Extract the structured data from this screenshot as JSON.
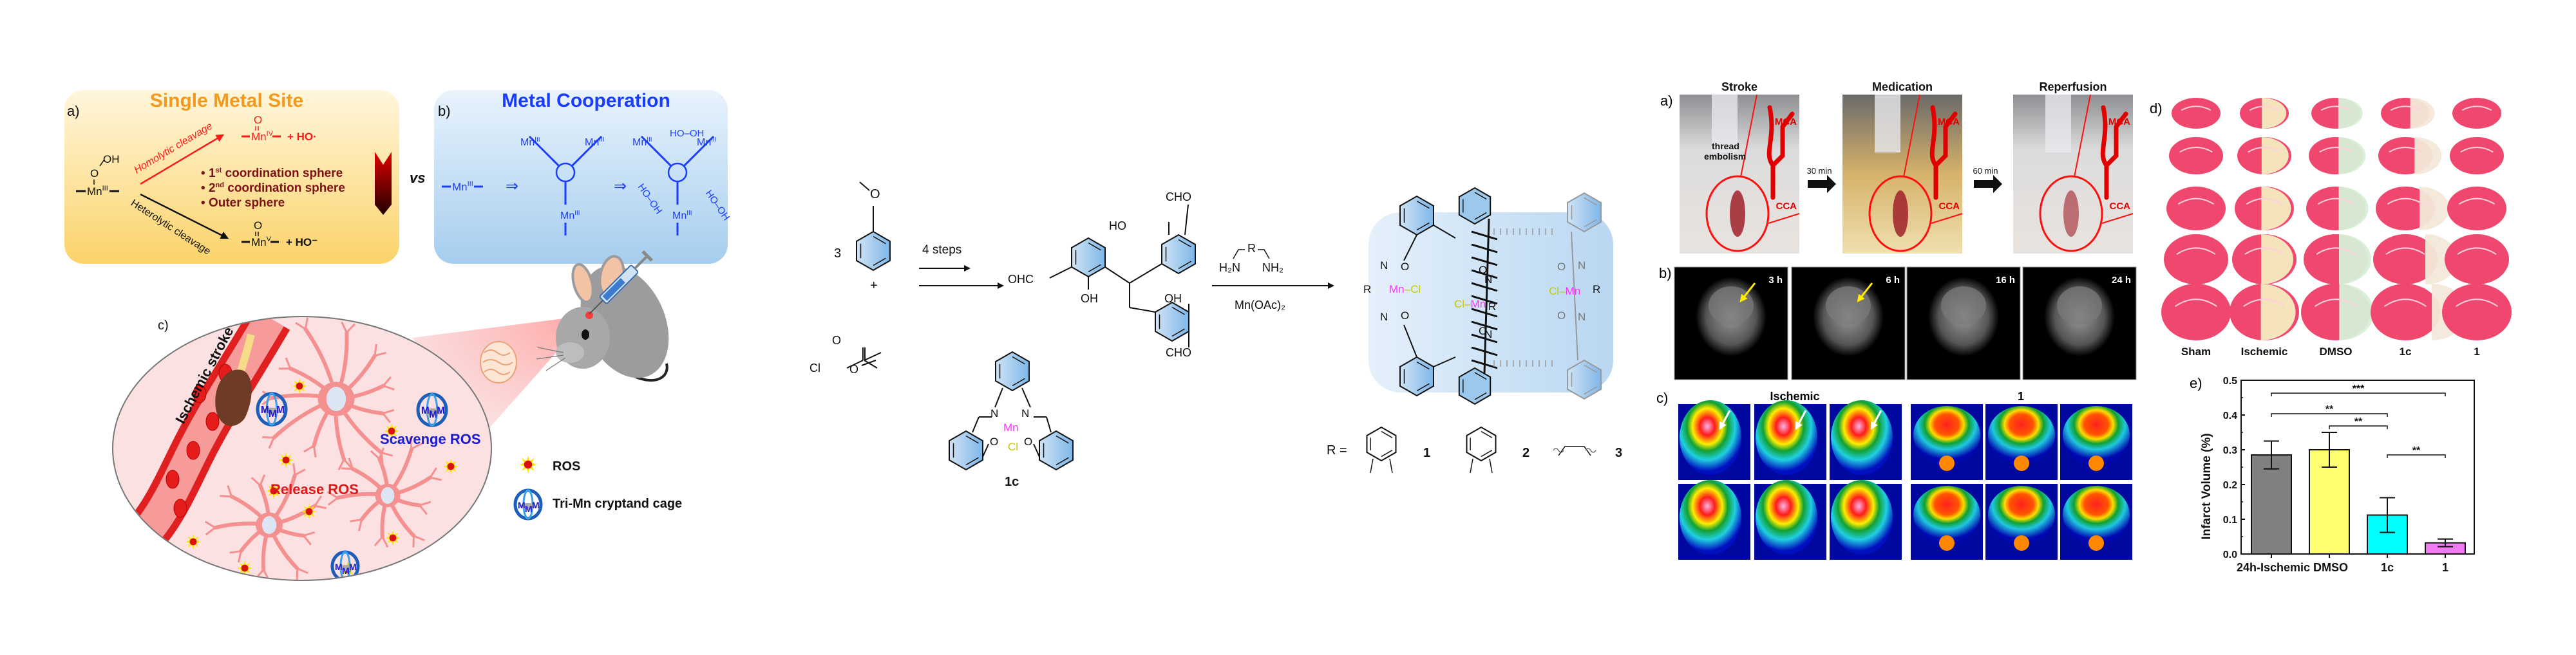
{
  "left": {
    "a": {
      "label": "a)",
      "title": "Single Metal Site",
      "reactant": {
        "oh": "OH",
        "o": "O",
        "mn": "Mn",
        "ox": "III"
      },
      "homolytic": "Homolytic cleavage",
      "heterolytic": "Heterolytic cleavage",
      "product_homo": {
        "o": "O",
        "mn": "Mn",
        "ox": "IV",
        "rest": "+ HO·"
      },
      "product_hetero": {
        "o": "O",
        "mn": "Mn",
        "ox": "V",
        "rest": "+ HO⁻"
      },
      "bullets": [
        {
          "num": "1",
          "sup": "st",
          "text": " coordination sphere"
        },
        {
          "num": "2",
          "sup": "nd",
          "text": " coordination sphere"
        },
        {
          "num": "",
          "sup": "",
          "text": "Outer sphere"
        }
      ],
      "title_color": "#f39a1e",
      "bullet_color": "#7a1414"
    },
    "vs": "vs",
    "b": {
      "label": "b)",
      "title": "Metal Cooperation",
      "mn": "Mn",
      "ox": "III",
      "implies": "⇒",
      "hooh": "HO–OH",
      "color": "#1a3cff"
    },
    "c": {
      "label": "c)",
      "ischemic_stroke": "Ischemic stroke",
      "scavenge": "Scavenge ROS",
      "release": "Release ROS",
      "cage_letter": "M",
      "legend": [
        {
          "icon": "ros-star-icon",
          "label": "ROS"
        },
        {
          "icon": "tri-mn-cage-icon",
          "label": "Tri-Mn cryptand cage"
        }
      ]
    }
  },
  "synthesis": {
    "coefficient": "3",
    "plus": "+",
    "anisole_o": "O",
    "chloroformate": {
      "cl": "Cl",
      "o1": "O",
      "o2": "O"
    },
    "step1": "4 steps",
    "intermediate": {
      "ohc": "OHC",
      "oh1": "OH",
      "ho": "HO",
      "cho_top": "CHO",
      "oh2": "OH",
      "cho_bottom": "CHO"
    },
    "diamine": {
      "r": "R",
      "h2n": "H₂N",
      "nh2": "NH₂"
    },
    "reagent": "Mn(OAc)₂",
    "cage": {
      "mn": "Mn",
      "cl": "Cl",
      "n": "N",
      "o": "O",
      "r": "R"
    },
    "complex_1c": {
      "label": "1c",
      "mn": "Mn",
      "cl": "Cl",
      "n": "N",
      "o": "O"
    },
    "r_def": {
      "prefix": "R =",
      "labels": [
        "1",
        "2",
        "3"
      ]
    }
  },
  "right": {
    "a": {
      "label": "a)",
      "photos": [
        {
          "title": "Stroke",
          "mca": "MCA",
          "cca": "CCA",
          "note": "thread embolism"
        },
        {
          "title": "Medication",
          "mca": "MCA",
          "cca": "CCA"
        },
        {
          "title": "Reperfusion",
          "mca": "MCA",
          "cca": "CCA"
        }
      ],
      "arrows": [
        "30 min",
        "60 min"
      ]
    },
    "b": {
      "label": "b)",
      "mri": [
        {
          "time": "3 h",
          "arrow": true
        },
        {
          "time": "6 h",
          "arrow": true
        },
        {
          "time": "16 h",
          "arrow": false
        },
        {
          "time": "24 h",
          "arrow": false
        }
      ]
    },
    "c": {
      "label": "c)",
      "groups": [
        "Ischemic",
        "1"
      ]
    },
    "d": {
      "label": "d)",
      "columns": [
        "Sham",
        "Ischemic",
        "DMSO",
        "1c",
        "1"
      ]
    },
    "e": {
      "label": "e)"
    }
  },
  "chart_data": {
    "type": "bar",
    "title": "",
    "xlabel": "",
    "ylabel": "Infarct Volume (%)",
    "ylim": [
      0,
      0.5
    ],
    "yticks": [
      "0.0",
      "0.1",
      "0.2",
      "0.3",
      "0.4",
      "0.5"
    ],
    "categories": [
      "24h-Ischemic",
      "DMSO",
      "1c",
      "1"
    ],
    "values": [
      0.285,
      0.3,
      0.112,
      0.032
    ],
    "errors": [
      0.04,
      0.05,
      0.05,
      0.011
    ],
    "colors": [
      "#808080",
      "#ffff70",
      "#00ffff",
      "#f07af0"
    ],
    "significance": [
      {
        "from": "24h-Ischemic",
        "to": "1",
        "label": "***"
      },
      {
        "from": "24h-Ischemic",
        "to": "1c",
        "label": "**"
      },
      {
        "from": "DMSO",
        "to": "1c",
        "label": "**"
      },
      {
        "from": "1c",
        "to": "1",
        "label": "**"
      }
    ],
    "grid": false
  }
}
